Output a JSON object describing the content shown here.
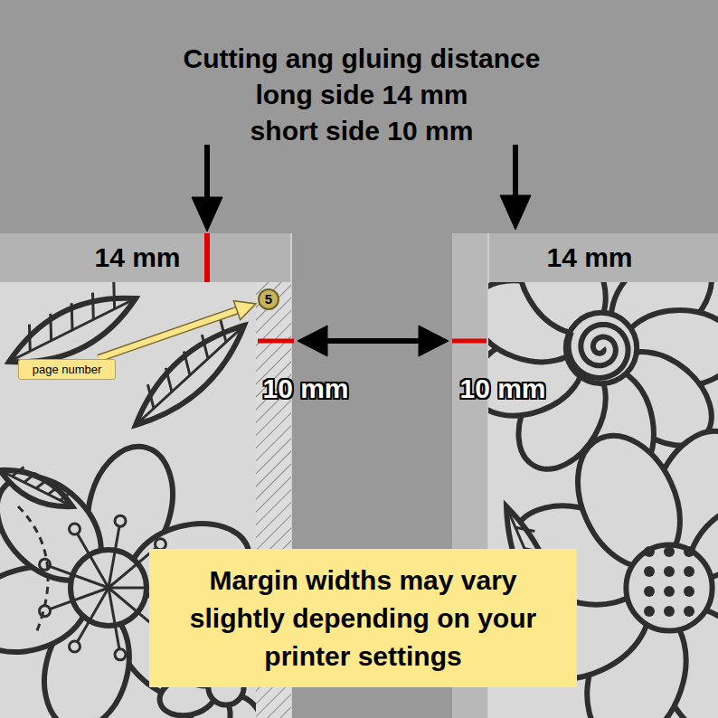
{
  "diagram": {
    "nodes": [
      {
        "text": [
          "page number"
        ]
      },
      {
        "text": [
          "5"
        ]
      },
      {
        "text": [
          "Margin widths may vary slightly depending on your printer settings"
        ]
      }
    ],
    "edges": [
      {
        "from": 0,
        "to": 1,
        "arrow": "to"
      }
    ],
    "labels": [
      "Cutting ang gluing distance",
      "long side 14 mm",
      "short side 10 mm",
      "14 mm",
      "14 mm",
      "10 mm",
      "10 mm"
    ]
  }
}
